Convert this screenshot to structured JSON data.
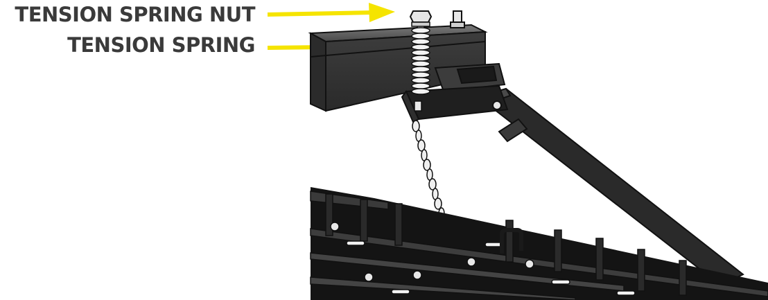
{
  "callouts": [
    {
      "label": "TENSION SPRING NUT"
    },
    {
      "label": "TENSION SPRING"
    }
  ],
  "colors": {
    "arrow": "#f5e400",
    "text": "#3a3a3a",
    "frame": "#1c1c1c",
    "frame_light": "#5a5a5a",
    "steel": "#e8e8e8"
  },
  "illustration": {
    "subject": "drawbar-tension-spring-and-chain-assembly"
  }
}
